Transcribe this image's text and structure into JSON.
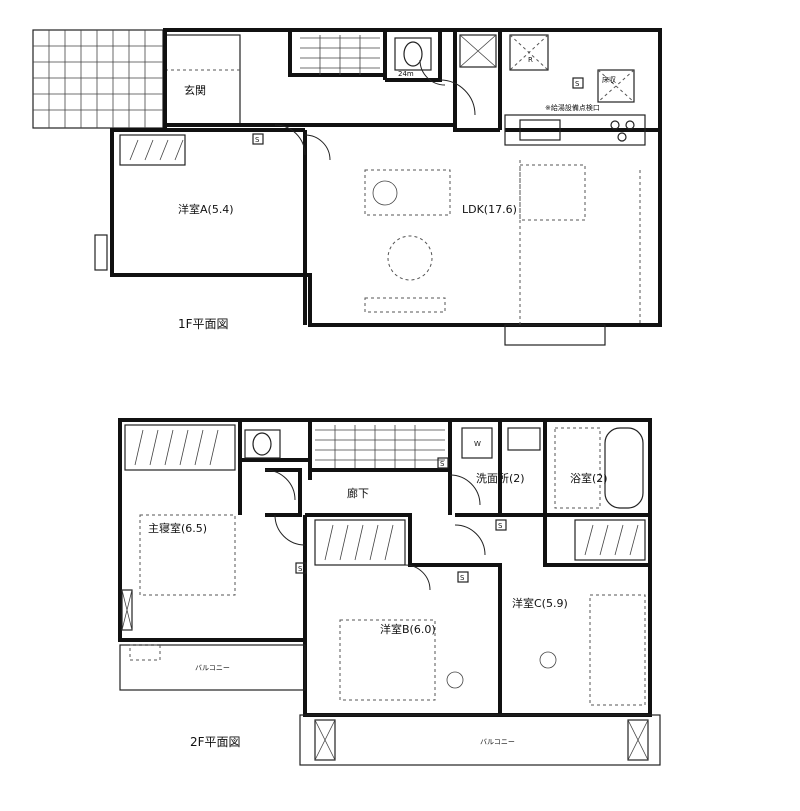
{
  "floor1": {
    "title": "1F平面図",
    "rooms": {
      "genkan": "玄関",
      "western_a": "洋室A(5.4)",
      "ldk": "LDK(17.6)",
      "toilet_dim": "24m",
      "shunou": "床収",
      "note": "※給湯設備点検口",
      "fridge_mark": "R",
      "s1": "S",
      "s2": "S"
    }
  },
  "floor2": {
    "title": "2F平面図",
    "rooms": {
      "master": "主寝室(6.5)",
      "corridor": "廊下",
      "washroom": "洗面所(2)",
      "bath": "浴室(2)",
      "western_b": "洋室B(6.0)",
      "western_c": "洋室C(5.9)",
      "balcony1": "バルコニー",
      "balcony2": "バルコニー",
      "washer_mark": "W",
      "s_marks": [
        "S",
        "S",
        "S",
        "S"
      ]
    }
  }
}
